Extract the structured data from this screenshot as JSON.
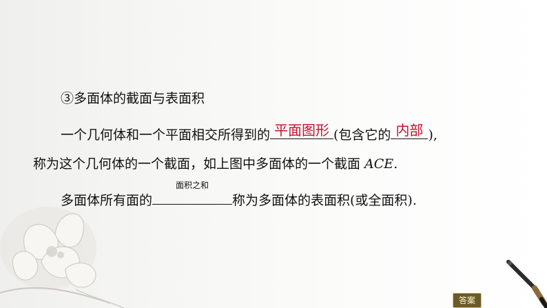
{
  "heading": "③多面体的截面与表面积",
  "para1": {
    "before": "一个几何体和一个平面相交所得到的",
    "blank1_answer": "平面图形",
    "middle": "(包含它的",
    "blank2_answer": "内部",
    "after": "),"
  },
  "para2": {
    "before": "称为这个几何体的一个截面，如上图中多面体的一个截面 ",
    "label": "ACE",
    "after": "."
  },
  "para3": {
    "before": "多面体所有面的",
    "blank_answer": "面积之和",
    "after": "称为多面体的表面积(或全面积)."
  },
  "answer_button": "答案"
}
